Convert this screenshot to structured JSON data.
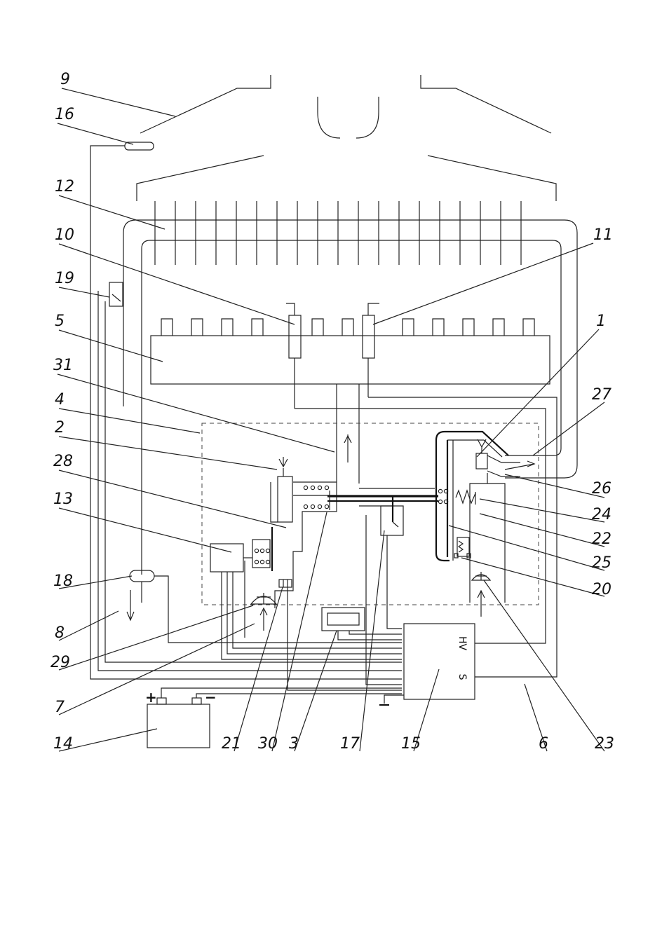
{
  "labels": {
    "l9": "9",
    "l16": "16",
    "l12": "12",
    "l10": "10",
    "l11": "11",
    "l19": "19",
    "l5": "5",
    "l31": "31",
    "l4": "4",
    "l2": "2",
    "l28": "28",
    "l13": "13",
    "l18": "18",
    "l8": "8",
    "l29": "29",
    "l7": "7",
    "l14": "14",
    "l21": "21",
    "l30": "30",
    "l3": "3",
    "l17": "17",
    "l15": "15",
    "l6": "6",
    "l23": "23",
    "l1": "1",
    "l27": "27",
    "l26": "26",
    "l24": "24",
    "l22": "22",
    "l25": "25",
    "l20": "20"
  },
  "control_unit": {
    "hv": "HV",
    "s": "S"
  },
  "battery": {
    "plus": "+",
    "minus": "−"
  }
}
